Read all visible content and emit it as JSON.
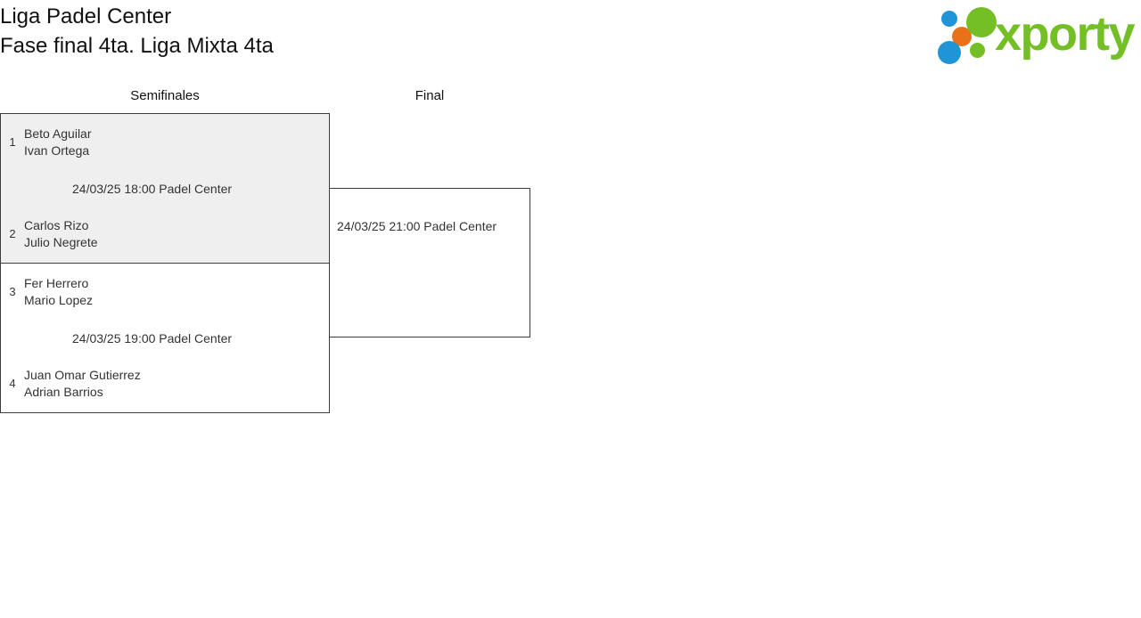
{
  "header": {
    "title_line1": "Liga Padel Center",
    "title_line2": "Fase final 4ta. Liga Mixta 4ta"
  },
  "logo": {
    "wordmark": "xporty",
    "colors": {
      "green": "#74be26",
      "orange": "#e8711a",
      "blue": "#1f95d8"
    },
    "dots": [
      {
        "name": "blue-small",
        "color": "#1f95d8"
      },
      {
        "name": "orange",
        "color": "#e8711a"
      },
      {
        "name": "blue-large",
        "color": "#1f95d8"
      },
      {
        "name": "green-large",
        "color": "#74be26"
      },
      {
        "name": "green-small",
        "color": "#74be26"
      }
    ]
  },
  "bracket": {
    "rounds": [
      {
        "name": "semifinales",
        "label": "Semifinales"
      },
      {
        "name": "final",
        "label": "Final"
      }
    ],
    "matches": [
      {
        "id": "sf1",
        "round": "semifinales",
        "shaded": true,
        "info": "24/03/25 18:00 Padel Center",
        "date": "24/03/25",
        "time": "18:00",
        "venue": "Padel Center",
        "teams": [
          {
            "seed": "1",
            "player1": "Beto Aguilar",
            "player2": "Ivan Ortega"
          },
          {
            "seed": "2",
            "player1": "Carlos Rizo",
            "player2": "Julio Negrete"
          }
        ]
      },
      {
        "id": "sf2",
        "round": "semifinales",
        "shaded": false,
        "info": "24/03/25 19:00 Padel Center",
        "date": "24/03/25",
        "time": "19:00",
        "venue": "Padel Center",
        "teams": [
          {
            "seed": "3",
            "player1": "Fer Herrero",
            "player2": "Mario Lopez"
          },
          {
            "seed": "4",
            "player1": "Juan Omar Gutierrez",
            "player2": "Adrian Barrios"
          }
        ]
      },
      {
        "id": "final",
        "round": "final",
        "shaded": false,
        "info": "24/03/25 21:00 Padel Center",
        "date": "24/03/25",
        "time": "21:00",
        "venue": "Padel Center",
        "teams": [
          {
            "seed": "",
            "player1": "",
            "player2": ""
          },
          {
            "seed": "",
            "player1": "",
            "player2": ""
          }
        ]
      }
    ]
  }
}
